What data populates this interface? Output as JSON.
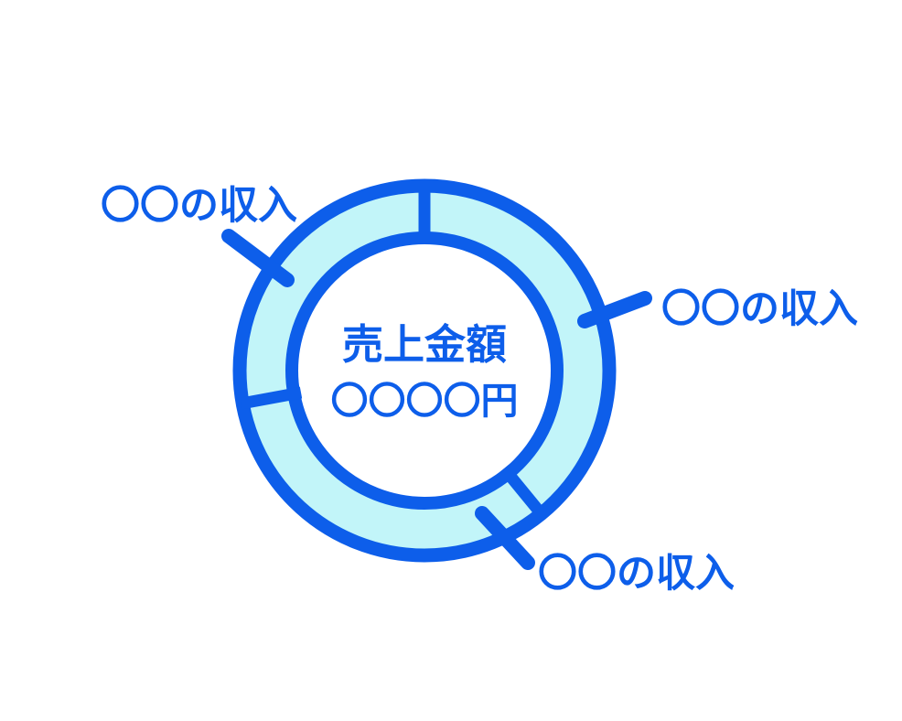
{
  "colors": {
    "primary_blue": "#0d5eea",
    "ring_fill_cyan": "#c2f5f9",
    "background": "#ffffff"
  },
  "donut": {
    "center_label_line1": "売上金額",
    "center_label_line2": "〇〇〇〇円"
  },
  "labels": {
    "top_left": "〇〇の収入",
    "right": "〇〇の収入",
    "bottom_right": "〇〇の収入"
  },
  "chart_data": {
    "type": "pie",
    "subtype": "donut",
    "title": "",
    "center_label": [
      "売上金額",
      "〇〇〇〇円"
    ],
    "legend": "none",
    "segments": [
      {
        "label": "〇〇の収入",
        "label_position": "top-left",
        "start_angle_deg": 90,
        "end_angle_deg": 190,
        "share_percent_estimate": 27.8
      },
      {
        "label": "〇〇の収入",
        "label_position": "bottom-right",
        "start_angle_deg": 190,
        "end_angle_deg": 309,
        "share_percent_estimate": 33.1
      },
      {
        "label": "〇〇の収入",
        "label_position": "right",
        "start_angle_deg": 309,
        "end_angle_deg": 450,
        "share_percent_estimate": 39.2
      }
    ],
    "note_values_are_placeholder_text_as_shown": true
  }
}
